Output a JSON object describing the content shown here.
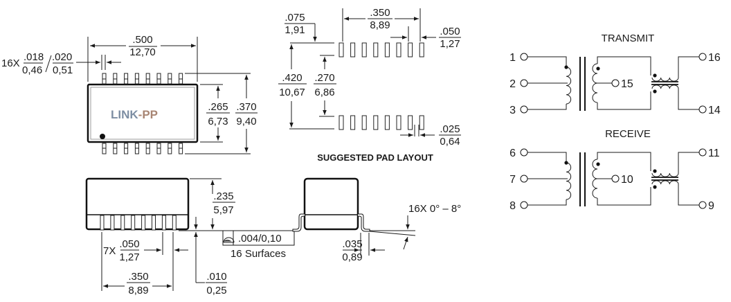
{
  "top_view": {
    "logo_left": "LINK",
    "logo_right": "-PP",
    "length_in": ".500",
    "length_mm": "12,70",
    "pin_count_prefix": "16X",
    "pin_width_min_in": ".018",
    "pin_width_min_mm": "0,46",
    "pin_width_max_in": ".020",
    "pin_width_max_mm": "0,51",
    "body_width_in": ".265",
    "body_width_mm": "6,73",
    "overall_width_in": ".370",
    "overall_width_mm": "9,40"
  },
  "pad_layout": {
    "title": "SUGGESTED PAD LAYOUT",
    "offset_in": ".075",
    "offset_mm": "1,91",
    "span_in": ".350",
    "span_mm": "8,89",
    "pitch_in": ".050",
    "pitch_mm": "1,27",
    "outer_in": ".420",
    "outer_mm": "10,67",
    "inner_in": ".270",
    "inner_mm": "6,86",
    "pad_width_in": ".025",
    "pad_width_mm": "0,64"
  },
  "side_view": {
    "height_in": ".235",
    "height_mm": "5,97",
    "pitch_prefix": "7X",
    "pitch_in": ".050",
    "pitch_mm": "1,27",
    "span_in": ".350",
    "span_mm": "8,89",
    "standoff_in": ".010",
    "standoff_mm": "0,25",
    "coplanarity": ".004/0,10",
    "surfaces": "16 Surfaces"
  },
  "end_view": {
    "lead_in": ".035",
    "lead_mm": "0,89",
    "angle": "16X 0° – 8°"
  },
  "schematic": {
    "transmit": {
      "title": "TRANSMIT",
      "pins": [
        "1",
        "2",
        "3",
        "15",
        "16",
        "14"
      ]
    },
    "receive": {
      "title": "RECEIVE",
      "pins": [
        "6",
        "7",
        "8",
        "10",
        "11",
        "9"
      ]
    }
  },
  "colors": {
    "logo_left": "#7d8ea3",
    "logo_right": "#a88573"
  }
}
